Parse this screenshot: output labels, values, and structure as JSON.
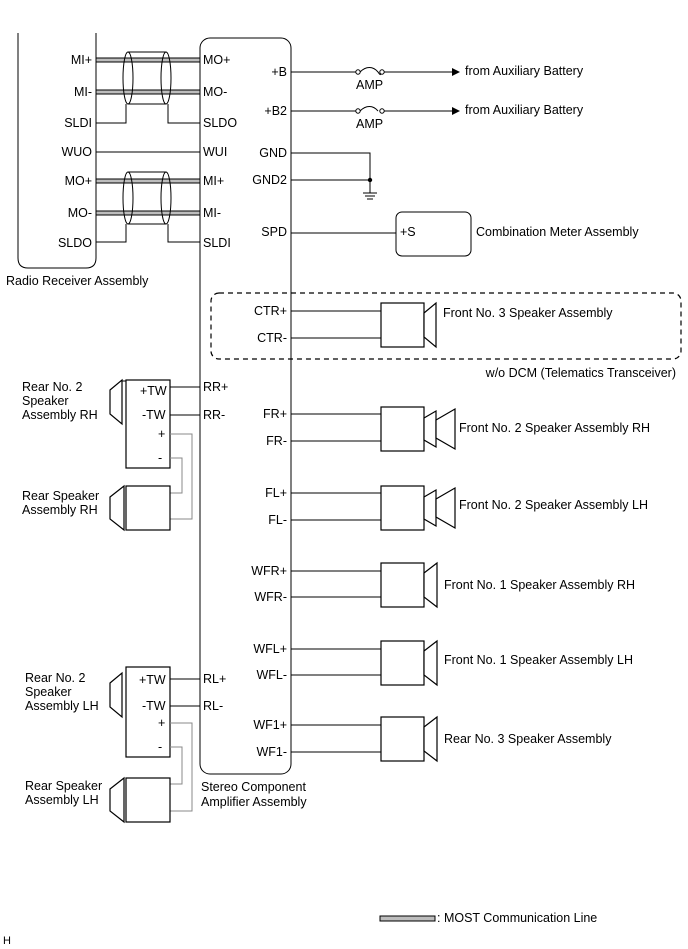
{
  "radio": {
    "name": "Radio Receiver Assembly",
    "pins": [
      "MI+",
      "MI-",
      "SLDI",
      "WUO",
      "MO+",
      "MO-",
      "SLDO"
    ]
  },
  "amplifier": {
    "name_line1": "Stereo Component",
    "name_line2": "Amplifier Assembly",
    "left_pins": [
      "MO+",
      "MO-",
      "SLDO",
      "WUI",
      "MI+",
      "MI-",
      "SLDI",
      "RR+",
      "RR-",
      "RL+",
      "RL-"
    ],
    "right_pins": [
      "+B",
      "+B2",
      "GND",
      "GND2",
      "SPD",
      "CTR+",
      "CTR-",
      "FR+",
      "FR-",
      "FL+",
      "FL-",
      "WFR+",
      "WFR-",
      "WFL+",
      "WFL-",
      "WF1+",
      "WF1-"
    ]
  },
  "power": {
    "fuse": "AMP",
    "source": "from Auxiliary Battery"
  },
  "meter": {
    "pin": "+S",
    "name": "Combination Meter Assembly"
  },
  "dcm_note": "w/o DCM (Telematics Transceiver)",
  "speakers_right": [
    "Front No. 3 Speaker Assembly",
    "Front No. 2 Speaker Assembly RH",
    "Front No. 2 Speaker Assembly LH",
    "Front No. 1 Speaker Assembly RH",
    "Front No. 1 Speaker Assembly LH",
    "Rear No. 3 Speaker Assembly"
  ],
  "rear_rh": {
    "tw_lines": [
      "Rear No. 2",
      "Speaker",
      "Assembly RH"
    ],
    "spk_lines": [
      "Rear Speaker",
      "Assembly RH"
    ],
    "pins": [
      "+TW",
      "-TW",
      "+",
      "-"
    ]
  },
  "rear_lh": {
    "tw_lines": [
      "Rear No. 2",
      "Speaker",
      "Assembly LH"
    ],
    "spk_lines": [
      "Rear Speaker",
      "Assembly LH"
    ],
    "pins": [
      "+TW",
      "-TW",
      "+",
      "-"
    ]
  },
  "legend": ": MOST Communication Line",
  "corner": "H"
}
